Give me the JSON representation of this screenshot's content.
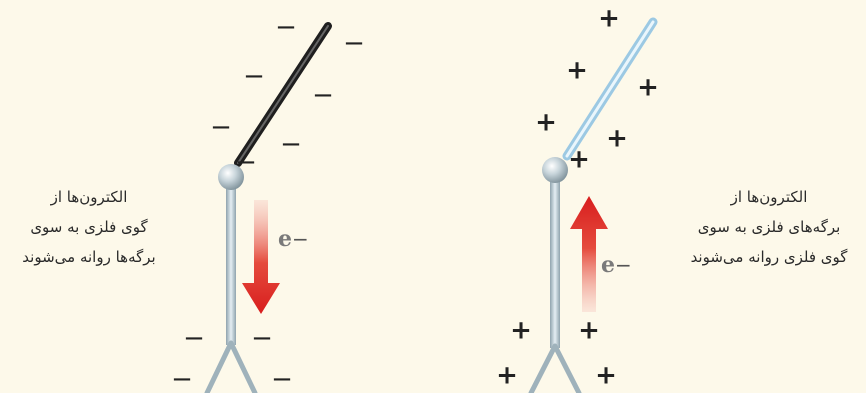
{
  "left_scene": {
    "caption_lines": [
      "الکترون‌ها از",
      "گوی فلزی به سوی",
      "برگه‌ها روانه می‌شوند"
    ],
    "electron_label": "e",
    "electron_sign": "−",
    "rod_signs": [
      "−",
      "−",
      "−",
      "−",
      "−",
      "−",
      "−"
    ],
    "leaf_signs": [
      "−",
      "−",
      "−",
      "−"
    ],
    "arrow_direction": "down",
    "rod_color": "#2b2b2b"
  },
  "right_scene": {
    "caption_lines": [
      "الکترون‌ها از",
      "برگه‌های فلزی به سوی",
      "گوی فلزی روانه می‌شوند"
    ],
    "electron_label": "e",
    "electron_sign": "−",
    "rod_signs": [
      "+",
      "+",
      "+",
      "+",
      "+",
      "+"
    ],
    "leaf_signs": [
      "+",
      "+",
      "+",
      "+"
    ],
    "arrow_direction": "up",
    "rod_color": "#a9d4ec"
  },
  "colors": {
    "background": "#fdf9ea",
    "arrow": "#e02a2a",
    "stem": "#b7c6cf"
  }
}
